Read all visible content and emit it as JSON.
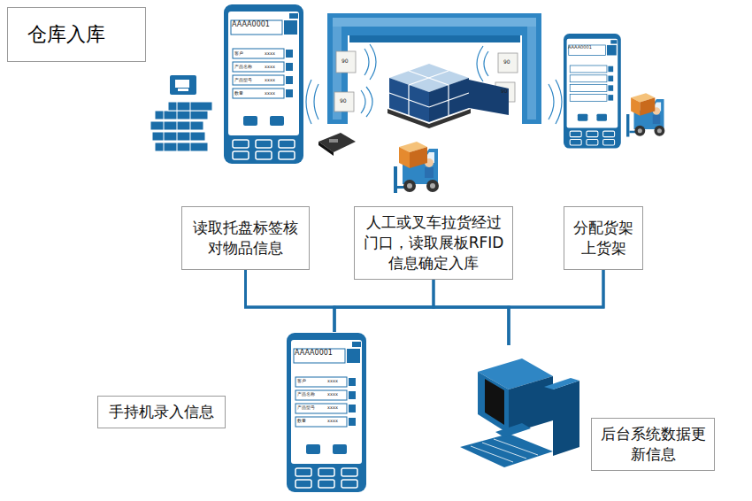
{
  "diagram": {
    "title": "仓库入库",
    "nodes": [
      {
        "text": [
          "读取托盘标签核对物品信息"
        ]
      },
      {
        "text": [
          "人工或叉车拉货经过门口，读取展板RFID信息确定入库"
        ]
      },
      {
        "text": [
          "分配货架上货架"
        ]
      },
      {
        "text": [
          "手持机录入信息"
        ]
      },
      {
        "text": [
          "后台系统数据更新信息"
        ]
      }
    ],
    "edges": [
      {
        "from": 0,
        "to": 3,
        "arrow": "none"
      },
      {
        "from": 0,
        "to": 4,
        "arrow": "none"
      },
      {
        "from": 1,
        "to": 3,
        "arrow": "none"
      },
      {
        "from": 1,
        "to": 4,
        "arrow": "none"
      },
      {
        "from": 2,
        "to": 3,
        "arrow": "none"
      },
      {
        "from": 2,
        "to": 4,
        "arrow": "none"
      }
    ],
    "labels": [
      "AAAA0001",
      "客户",
      "xxxx",
      "产品名称",
      "xxxx",
      "产品型号",
      "xxxx",
      "数量",
      "xxxx",
      "AAAA0001",
      "90",
      "90",
      "90",
      "90",
      "AAAA0001",
      "客户",
      "xxxx",
      "产品名称",
      "xxxx",
      "产品型号",
      "xxxx",
      "数量",
      "xxxx"
    ]
  }
}
